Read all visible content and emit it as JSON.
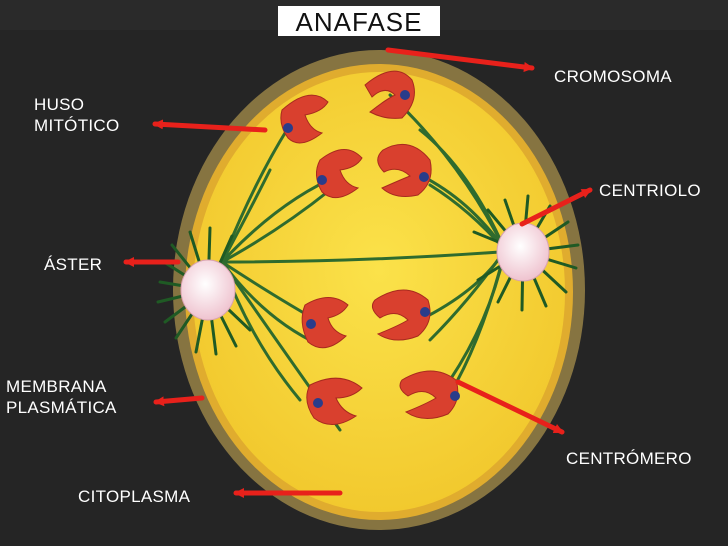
{
  "title": "ANAFASE",
  "labels": {
    "cromosoma": "CROMOSOMA",
    "huso": "HUSO\nMITÓTICO",
    "centriolo": "CENTRIOLO",
    "aster": "ÁSTER",
    "membrana": "MEMBRANA\nPLASMÁTICA",
    "centromero": "CENTRÓMERO",
    "citoplasma": "CITOPLASMA"
  },
  "colors": {
    "background": "#2a2a2a",
    "cytoplasm": "#f7d83a",
    "membrane": "#e8b53a",
    "chromosome": "#d9402e",
    "centromere": "#2a3c8a",
    "spindle": "#2f6b2e",
    "centriole": "#f3d8e0",
    "arrow": "#e8211b"
  }
}
